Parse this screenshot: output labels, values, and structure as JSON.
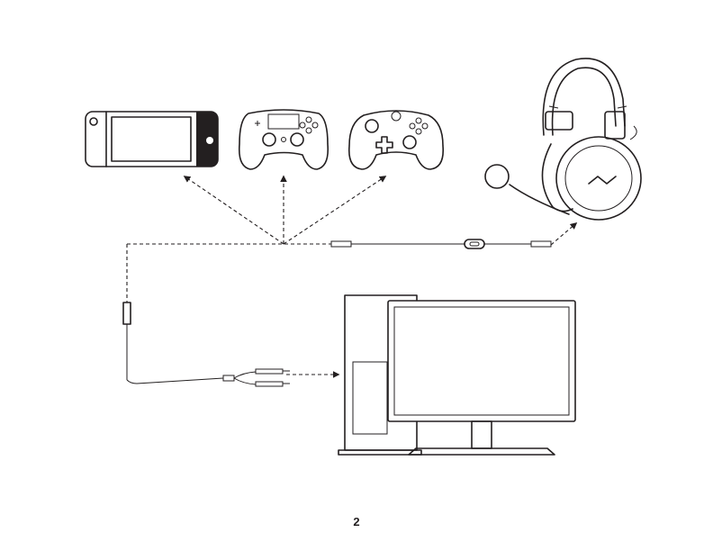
{
  "page": {
    "number": "2"
  },
  "colors": {
    "line": "#231f20",
    "background": "#ffffff"
  },
  "diagram": {
    "devices": [
      "handheld-console-icon",
      "gamepad-icon",
      "xbox-controller-icon",
      "headset-icon",
      "pc-tower-icon",
      "monitor-icon"
    ],
    "cables": [
      "extension-cable-with-inline-control",
      "pc-splitter-cable"
    ]
  }
}
